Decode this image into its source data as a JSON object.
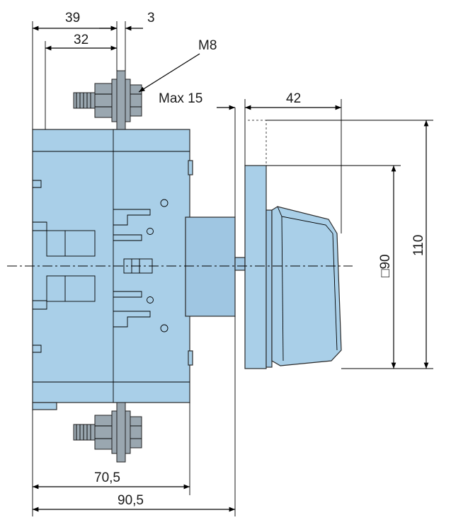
{
  "dimensions": {
    "d39": "39",
    "d3": "3",
    "d32": "32",
    "m8": "M8",
    "max15": "Max 15",
    "d42": "42",
    "d90": "□90",
    "d110": "110",
    "d70_5": "70,5",
    "d90_5": "90,5"
  },
  "colors": {
    "body_fill": "#a9cfe8",
    "outline": "#2a2a2a"
  }
}
